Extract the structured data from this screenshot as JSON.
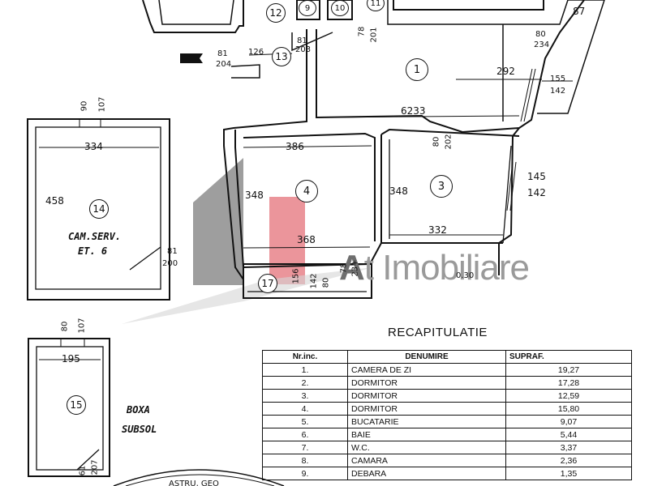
{
  "watermark": {
    "prefix": "A",
    "brand": "t Imobiliare"
  },
  "rooms": [
    {
      "id": "room-1",
      "number": "1"
    },
    {
      "id": "room-3",
      "number": "3"
    },
    {
      "id": "room-4",
      "number": "4"
    },
    {
      "id": "room-9",
      "number": "9"
    },
    {
      "id": "room-10",
      "number": "10"
    },
    {
      "id": "room-11",
      "number": "11"
    },
    {
      "id": "room-12",
      "number": "12"
    },
    {
      "id": "room-13",
      "number": "13"
    },
    {
      "id": "room-14",
      "number": "14"
    },
    {
      "id": "room-15",
      "number": "15"
    },
    {
      "id": "room-17",
      "number": "17"
    }
  ],
  "room_labels": {
    "serv_line1": "CAM.SERV.",
    "serv_line2": "ET. 6",
    "boxa_line1": "BOXA",
    "boxa_line2": "SUBSOL"
  },
  "dimensions": {
    "d87": "87",
    "d80_234a": "80",
    "d80_234b": "234",
    "d292": "292",
    "d155": "155",
    "d142a": "142",
    "d6233": "6233",
    "d80_202a": "80",
    "d80_202b": "202",
    "d386": "386",
    "d348a": "348",
    "d348b": "348",
    "d145": "145",
    "d142b": "142",
    "d332": "332",
    "d368": "368",
    "d156": "156",
    "d142c": "142",
    "d80c": "80",
    "d78a": "78",
    "d23": "23+",
    "d030": "0.30",
    "d81a": "81",
    "d204": "204",
    "d126": "126",
    "d81b": "81",
    "d203": "203",
    "d78b": "78",
    "d201": "201",
    "d90": "90",
    "d107a": "107",
    "d334": "334",
    "d458": "458",
    "d81c": "81",
    "d200": "200",
    "d80d": "80",
    "d107b": "107",
    "d195": "195",
    "d61": "61",
    "d207": "207"
  },
  "recap": {
    "title": "RECAPITULATIE",
    "headers": [
      "Nr.inc.",
      "DENUMIRE",
      "SUPRAF."
    ],
    "rows": [
      [
        "1.",
        "CAMERA DE ZI",
        "19,27"
      ],
      [
        "2.",
        "DORMITOR",
        "17,28"
      ],
      [
        "3.",
        "DORMITOR",
        "12,59"
      ],
      [
        "4.",
        "DORMITOR",
        "15,80"
      ],
      [
        "5.",
        "BUCATARIE",
        "9,07"
      ],
      [
        "6.",
        "BAIE",
        "5,44"
      ],
      [
        "7.",
        "W.C.",
        "3,37"
      ],
      [
        "8.",
        "CAMARA",
        "2,36"
      ],
      [
        "9.",
        "DEBARA",
        "1,35"
      ]
    ]
  },
  "stamp_text": "ASTRU, GEO"
}
